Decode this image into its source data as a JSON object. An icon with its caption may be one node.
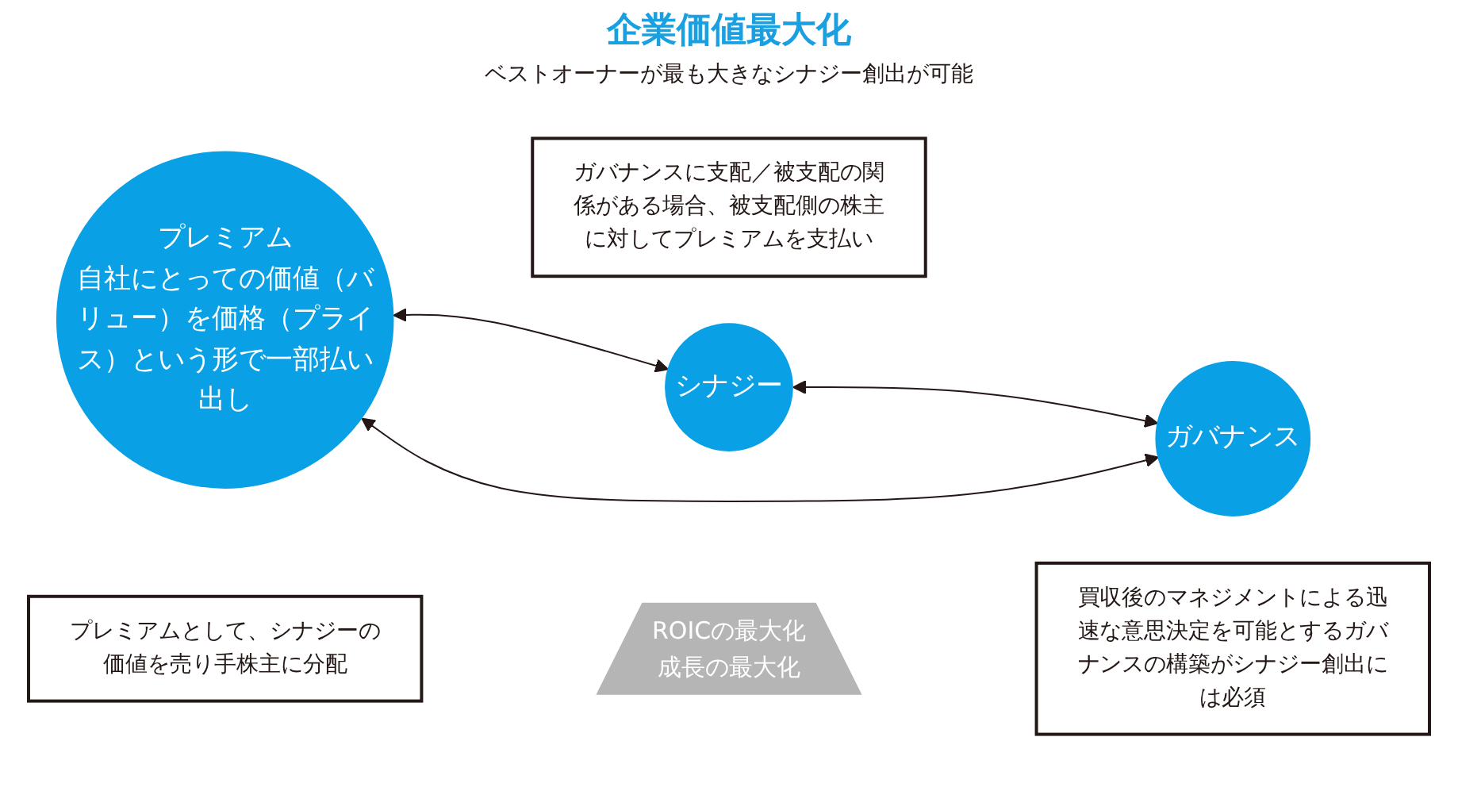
{
  "diagram": {
    "title": "企業価値最大化",
    "nodes": [
      {
        "text": [
          "ROICの最大化",
          "成長の最大化"
        ]
      },
      {
        "text": [
          "シナジー"
        ]
      },
      {
        "text": [
          "プレミアムとして、シナジーの価値を売り手株主に分配"
        ]
      },
      {
        "text": [
          "買収後のマネジメントによる迅速な意思決定を可能とするガバナンスの構築がシナジー創出には必須"
        ]
      },
      {
        "text": [
          "プレミアム",
          "自社にとっての価値（バリュー）を価格（プライス）という形で一部払い出し"
        ]
      },
      {
        "text": [
          "ガバナンス"
        ]
      },
      {
        "text": [
          "ガバナンスに支配／被支配の関係がある場合、被支配側の株主に対してプレミアムを支払い"
        ]
      }
    ],
    "edges": [
      {
        "from": 4,
        "to": 1,
        "arrow": "both"
      },
      {
        "from": 1,
        "to": 5,
        "arrow": "both"
      },
      {
        "from": 4,
        "to": 5,
        "arrow": "both"
      }
    ],
    "labels": [
      "ベストオーナーが最も大きなシナジー創出が可能"
    ]
  }
}
